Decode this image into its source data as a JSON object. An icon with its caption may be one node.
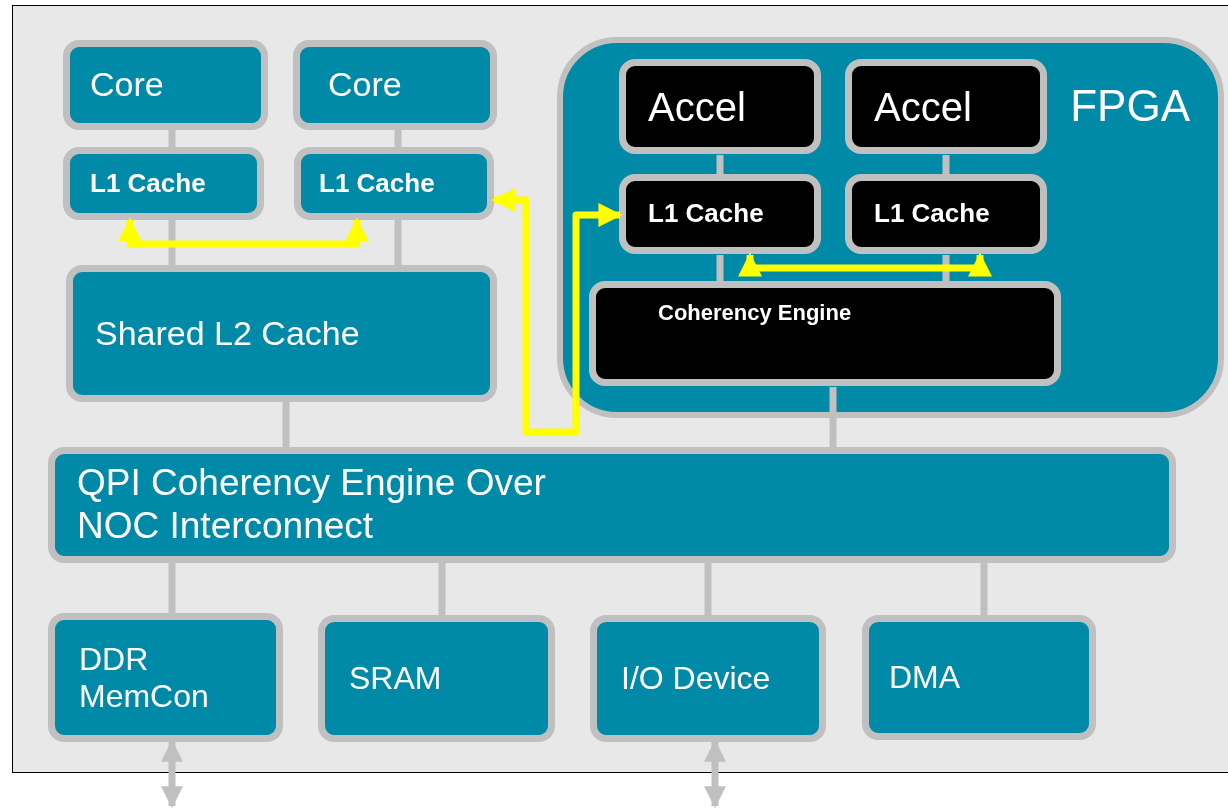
{
  "diagram": {
    "nodes": [
      {
        "text": [
          "Core"
        ]
      },
      {
        "text": [
          "Core"
        ]
      },
      {
        "text": [
          "L1 Cache"
        ]
      },
      {
        "text": [
          "L1 Cache"
        ]
      },
      {
        "text": [
          "Shared L2 Cache"
        ]
      },
      {
        "text": [
          "FPGA"
        ]
      },
      {
        "text": [
          "Accel"
        ],
        "in": 5
      },
      {
        "text": [
          "Accel"
        ],
        "in": 5
      },
      {
        "text": [
          "L1 Cache"
        ],
        "in": 5
      },
      {
        "text": [
          "L1 Cache"
        ],
        "in": 5
      },
      {
        "text": [
          "Coherency Engine"
        ],
        "in": 5
      },
      {
        "text": [
          "QPI  Coherency Engine Over NOC Interconnect"
        ]
      },
      {
        "text": [
          "DDR MemCon"
        ]
      },
      {
        "text": [
          "SRAM"
        ]
      },
      {
        "text": [
          "I/O Device"
        ]
      },
      {
        "text": [
          "DMA"
        ]
      }
    ],
    "edges": [
      {
        "from": 0,
        "to": 2,
        "arrow": "none"
      },
      {
        "from": 1,
        "to": 3,
        "arrow": "none"
      },
      {
        "from": 2,
        "to": 4,
        "arrow": "none"
      },
      {
        "from": 3,
        "to": 4,
        "arrow": "none"
      },
      {
        "from": 4,
        "to": 11,
        "arrow": "none"
      },
      {
        "from": 6,
        "to": 8,
        "arrow": "none"
      },
      {
        "from": 7,
        "to": 9,
        "arrow": "none"
      },
      {
        "from": 8,
        "to": 10,
        "arrow": "none"
      },
      {
        "from": 9,
        "to": 10,
        "arrow": "none"
      },
      {
        "from": 10,
        "to": 11,
        "arrow": "none"
      },
      {
        "from": 11,
        "to": 12,
        "arrow": "none"
      },
      {
        "from": 11,
        "to": 13,
        "arrow": "none"
      },
      {
        "from": 11,
        "to": 14,
        "arrow": "none"
      },
      {
        "from": 11,
        "to": 15,
        "arrow": "none"
      },
      {
        "from": 12,
        "to": null,
        "arrow": "both"
      },
      {
        "from": 14,
        "to": null,
        "arrow": "both"
      },
      {
        "from": 2,
        "to": 3,
        "arrow": "both",
        "color": "#ffff00"
      },
      {
        "from": 3,
        "to": 8,
        "arrow": "both",
        "color": "#ffff00"
      },
      {
        "from": 8,
        "to": 9,
        "arrow": "both",
        "color": "#ffff00"
      }
    ]
  }
}
